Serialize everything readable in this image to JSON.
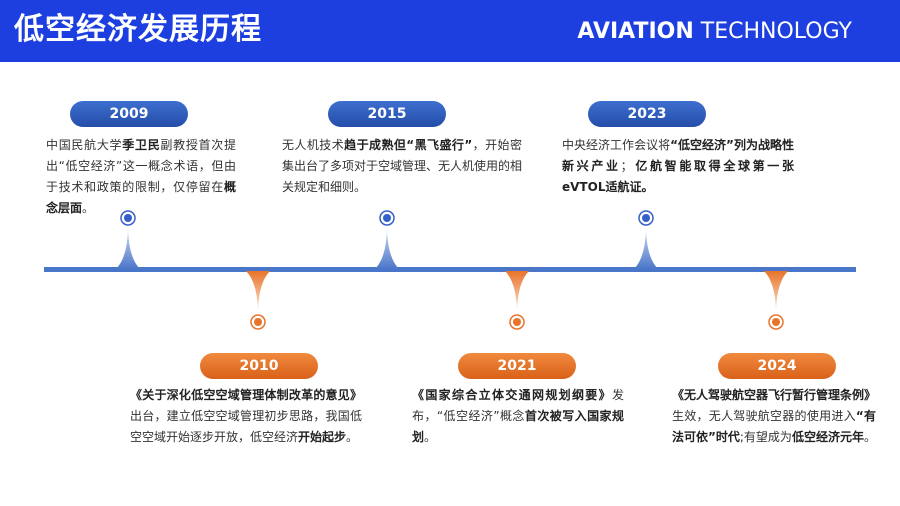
{
  "header": {
    "title": "低空经济发展历程",
    "brand_bold": "AVIATION",
    "brand_light": " TECHNOLOGY"
  },
  "colors": {
    "header_bg": "#1d3fe0",
    "axis": "#4a76c9",
    "blue_accent": "#3560c8",
    "orange_accent": "#e8742a"
  },
  "events": [
    {
      "year": "2009",
      "side": "top",
      "segments": [
        {
          "t": "中国民航大学",
          "b": false
        },
        {
          "t": "季卫民",
          "b": true
        },
        {
          "t": "副教授首次提出“低空经济”这一概念术语，但由于技术和政策的限制，仅停留在",
          "b": false
        },
        {
          "t": "概念层面",
          "b": true
        },
        {
          "t": "。",
          "b": false
        }
      ]
    },
    {
      "year": "2010",
      "side": "bottom",
      "segments": [
        {
          "t": "《关于深化低空空域管理体制改革的意见》",
          "b": true
        },
        {
          "t": "出台，建立低空空域管理初步思路，我国低空空域开始逐步开放，低空经济",
          "b": false
        },
        {
          "t": "开始起步",
          "b": true
        },
        {
          "t": "。",
          "b": false
        }
      ]
    },
    {
      "year": "2015",
      "side": "top",
      "segments": [
        {
          "t": "无人机技术",
          "b": false
        },
        {
          "t": "趋于成熟但“黑飞盛行”",
          "b": true
        },
        {
          "t": "，开始密集出台了多项对于空域管理、无人机使用的相关规定和细则。",
          "b": false
        }
      ]
    },
    {
      "year": "2021",
      "side": "bottom",
      "segments": [
        {
          "t": "《国家综合立体交通网规划纲要》",
          "b": true
        },
        {
          "t": "发布，“低空经济”概念",
          "b": false
        },
        {
          "t": "首次被写入国家规划",
          "b": true
        },
        {
          "t": "。",
          "b": false
        }
      ]
    },
    {
      "year": "2023",
      "side": "top",
      "segments": [
        {
          "t": "中央经济工作会议将",
          "b": false
        },
        {
          "t": "“低空经济”列为战略性新兴产业",
          "b": true
        },
        {
          "t": "；",
          "b": false
        },
        {
          "t": "亿航智能取得全球第一张eVTOL适航证。",
          "b": true
        }
      ]
    },
    {
      "year": "2024",
      "side": "bottom",
      "segments": [
        {
          "t": "《无人驾驶航空器飞行暂行管理条例》",
          "b": true
        },
        {
          "t": "生效，无人驾驶航空器的使用进入",
          "b": false
        },
        {
          "t": "“有法可依”时代",
          "b": true
        },
        {
          "t": ";有望成为",
          "b": false
        },
        {
          "t": "低空经济元年",
          "b": true
        },
        {
          "t": "。",
          "b": false
        }
      ]
    }
  ]
}
